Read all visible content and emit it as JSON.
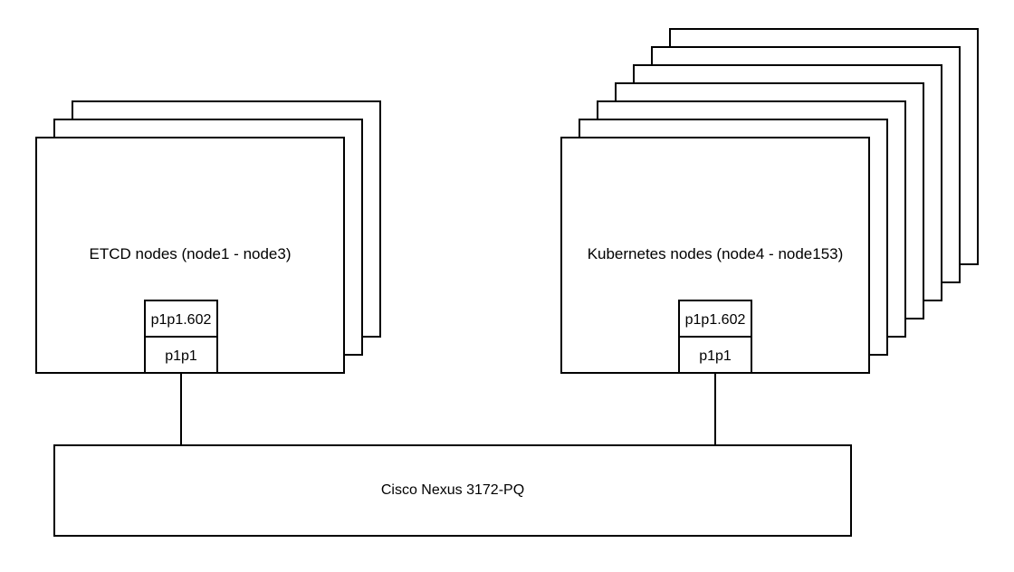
{
  "diagram": {
    "etcd": {
      "label": "ETCD nodes (node1 - node3)",
      "interface_vlan": "p1p1.602",
      "interface": "p1p1"
    },
    "kubernetes": {
      "label": "Kubernetes nodes (node4 - node153)",
      "interface_vlan": "p1p1.602",
      "interface": "p1p1"
    },
    "switch": {
      "label": "Cisco Nexus 3172-PQ"
    }
  }
}
